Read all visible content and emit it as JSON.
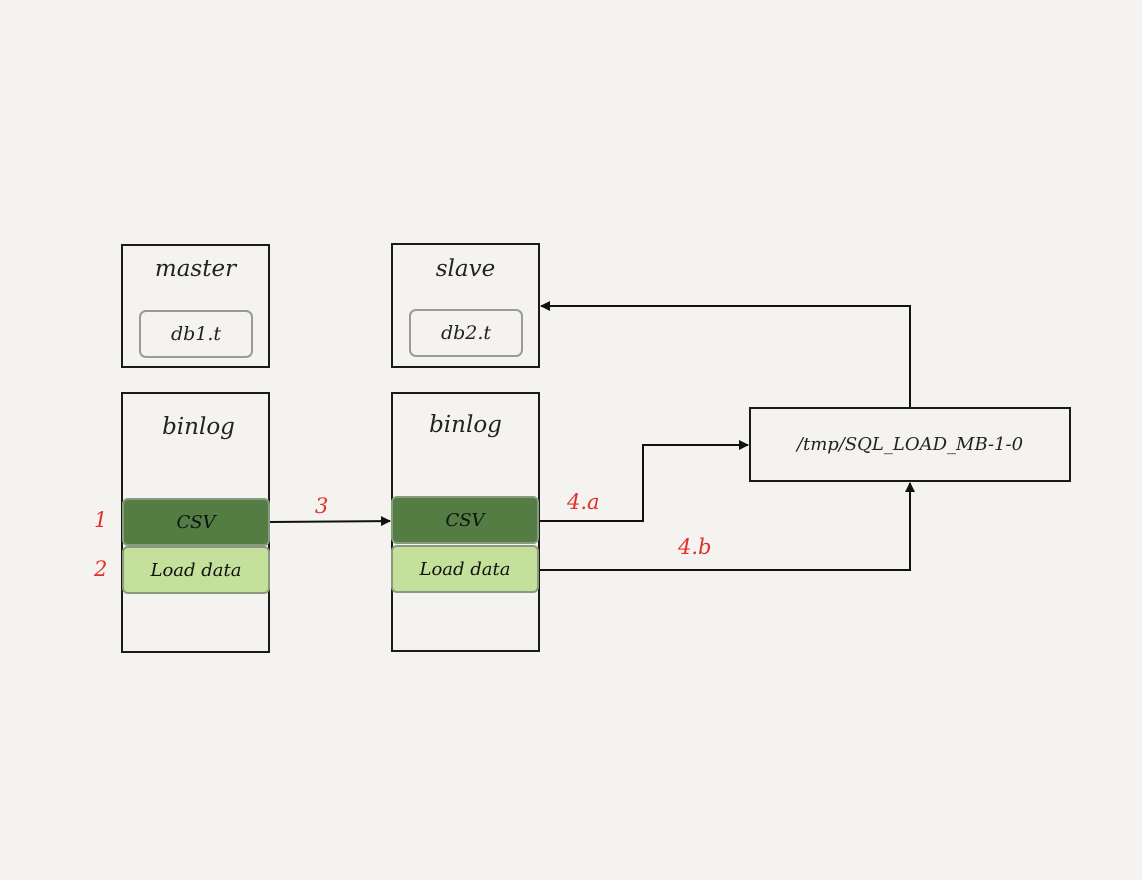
{
  "master": {
    "title": "master",
    "table": "db1.t"
  },
  "slave": {
    "title": "slave",
    "table": "db2.t"
  },
  "master_binlog": {
    "title": "binlog",
    "events": [
      "CSV",
      "Load data"
    ]
  },
  "slave_binlog": {
    "title": "binlog",
    "events": [
      "CSV",
      "Load data"
    ]
  },
  "tmp_file": {
    "label": "/tmp/SQL_LOAD_MB-1-0"
  },
  "steps": {
    "s1": "1",
    "s2": "2",
    "s3": "3",
    "s4a": "4.a",
    "s4b": "4.b"
  },
  "colors": {
    "csv_event": "#537d43",
    "load_event": "#c4e09a",
    "step_label": "#e3302b",
    "background": "#f4f3ef"
  }
}
